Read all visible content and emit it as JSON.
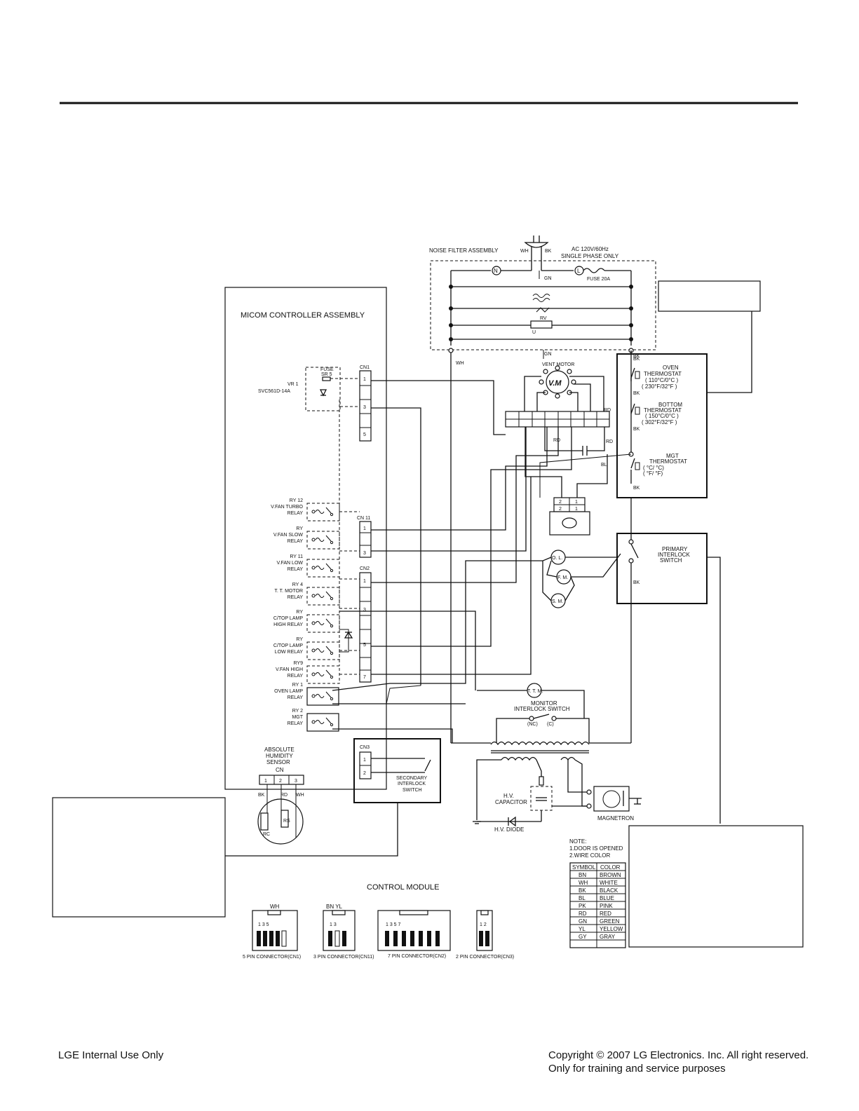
{
  "power": {
    "noise_filter": "NOISE FILTER ASSEMBLY",
    "ac_line1": "AC 120V/60Hz",
    "ac_line2": "SINGLE PHASE ONLY",
    "wh": "WH",
    "bk": "BK",
    "gn": "GN",
    "n": "N",
    "l": "L",
    "fuse": "FUSE 20A",
    "rv": "RV",
    "u": "U"
  },
  "micom": {
    "title": "MICOM CONTROLLER ASSEMBLY",
    "vr_name": "VR 1",
    "vr_part": "SVC561D-14A",
    "fuse_label": "FUSE",
    "fuse_value": "SR 5",
    "cn1": "CN1",
    "cn11": "CN 11",
    "cn2": "CN2",
    "cn3": "CN3",
    "pins_cn1": [
      "1",
      "3",
      "5"
    ],
    "pins_cn11": [
      "1",
      "3"
    ],
    "pins_cn2": [
      "1",
      "3",
      "5",
      "7"
    ],
    "pins_cn3": [
      "1",
      "2"
    ],
    "relays": [
      {
        "lines": [
          "RY 12",
          "V.FAN TURBO",
          "RELAY"
        ]
      },
      {
        "lines": [
          "RY",
          "V.FAN SLOW",
          "RELAY"
        ]
      },
      {
        "lines": [
          "RY 11",
          "V.FAN LOW",
          "RELAY"
        ]
      },
      {
        "lines": [
          "RY 4",
          "T. T. MOTOR",
          "RELAY"
        ]
      },
      {
        "lines": [
          "RY",
          "C/TOP LAMP",
          "HIGH RELAY"
        ]
      },
      {
        "lines": [
          "RY",
          "C/TOP LAMP",
          "LOW RELAY"
        ]
      },
      {
        "lines": [
          "RY9",
          "V.FAN HIGH",
          "RELAY"
        ]
      },
      {
        "lines": [
          "RY 1",
          "OVEN LAMP",
          "RELAY"
        ]
      },
      {
        "lines": [
          "RY 2",
          "MGT",
          "RELAY"
        ]
      }
    ]
  },
  "sensor": {
    "lines": [
      "ABSOLUTE",
      "HUMIDITY",
      "SENSOR"
    ],
    "cn": "CN",
    "pins": [
      "1",
      "2",
      "3"
    ],
    "wires": [
      "BK",
      "RD",
      "WH"
    ],
    "rc": "RC",
    "rs": "RS"
  },
  "secondary": {
    "lines": [
      "SECONDARY",
      "INTERLOCK",
      "SWITCH"
    ]
  },
  "vent": {
    "label": "VENT MOTOR",
    "symbol": "V.M",
    "rd": "RD",
    "bl": "BL",
    "pins_top": [
      "2",
      "1"
    ],
    "pins_bottom": [
      "2",
      "1"
    ]
  },
  "thermostats": {
    "oven": [
      "OVEN",
      "THERMOSTAT",
      "( 110°C/0°C )",
      "( 230°F/32°F )"
    ],
    "bottom": [
      "BOTTOM",
      "THERMOSTAT",
      "( 150°C/0°C )",
      "( 302°F/32°F )"
    ],
    "mgt": [
      "MGT",
      "THERMOSTAT",
      "(      °C/     °C)",
      "(      °F/     °F)"
    ],
    "bk": "BK"
  },
  "primary": {
    "lines": [
      "PRIMARY",
      "INTERLOCK",
      "SWITCH"
    ]
  },
  "motors": {
    "ol": "O. L.",
    "fm": "F. M.",
    "sm": "S. M.",
    "ttm": "T. T. M."
  },
  "monitor": {
    "lines": [
      "MONITOR",
      "INTERLOCK SWITCH"
    ],
    "nc": "(NC)",
    "c": "(C)"
  },
  "hv": {
    "capacitor": [
      "H.V.",
      "CAPACITOR"
    ],
    "diode": "H.V. DIODE",
    "magnetron": "MAGNETRON"
  },
  "note": {
    "title": "NOTE:",
    "items": [
      "1.DOOR IS OPENED",
      "2.WIRE COLOR"
    ],
    "headers": [
      "SYMBOL",
      "COLOR"
    ],
    "rows": [
      [
        "BN",
        "BROWN"
      ],
      [
        "WH",
        "WHITE"
      ],
      [
        "BK",
        "BLACK"
      ],
      [
        "BL",
        "BLUE"
      ],
      [
        "PK",
        "PINK"
      ],
      [
        "RD",
        "RED"
      ],
      [
        "GN",
        "GREEN"
      ],
      [
        "YL",
        "YELLOW"
      ],
      [
        "GY",
        "GRAY"
      ],
      [
        "",
        ""
      ]
    ]
  },
  "module": {
    "title": "CONTROL MODULE",
    "c5": {
      "top": "WH",
      "pins": "1      3      5",
      "label": "5 PIN CONNECTOR(CN1)"
    },
    "c3": {
      "top": "BN    YL",
      "pins": "1      3",
      "label": "3 PIN CONNECTOR(CN11)"
    },
    "c7": {
      "top": "",
      "pins": "1      3      5      7",
      "label": "7 PIN CONNECTOR(CN2)"
    },
    "c2": {
      "top": "",
      "pins": "1 2",
      "label": "2 PIN CONNECTOR(CN3)"
    }
  },
  "footer": {
    "left": "LGE Internal Use Only",
    "right1": "Copyright © 2007 LG Electronics. Inc. All right reserved.",
    "right2": "Only for training and service purposes"
  }
}
